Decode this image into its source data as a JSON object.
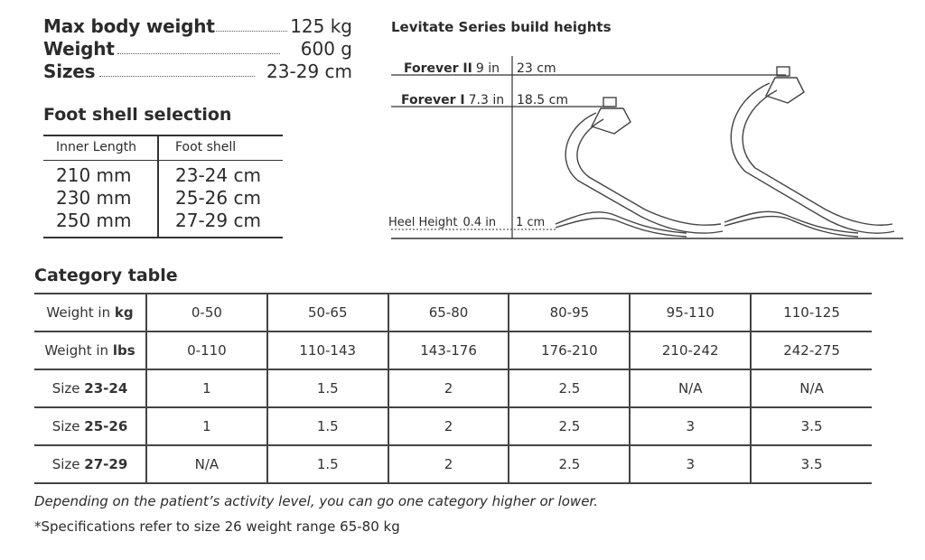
{
  "specs": [
    {
      "label": "Max body weight",
      "value": "125 kg"
    },
    {
      "label": "Weight",
      "value": "600 g"
    },
    {
      "label": "Sizes",
      "value": "23-29 cm"
    }
  ],
  "foot_shell": {
    "title": "Foot shell selection",
    "headers": [
      "Inner Length",
      "Foot shell"
    ],
    "rows": [
      [
        "210 mm",
        "23-24 cm"
      ],
      [
        "230 mm",
        "25-26 cm"
      ],
      [
        "250 mm",
        "27-29 cm"
      ]
    ]
  },
  "diagram": {
    "title": "Levitate Series build heights",
    "forever2": {
      "name": "Forever II",
      "in": "9 in",
      "cm": "23 cm"
    },
    "forever1": {
      "name": "Forever I",
      "in": "7.3 in",
      "cm": "18.5 cm"
    },
    "heel": {
      "name": "Heel Height",
      "in": "0.4 in",
      "cm": "1 cm"
    }
  },
  "category": {
    "title": "Category table",
    "header_kg": {
      "prefix": "Weight  in ",
      "unit": "kg",
      "values": [
        "0-50",
        "50-65",
        "65-80",
        "80-95",
        "95-110",
        "110-125"
      ]
    },
    "header_lbs": {
      "prefix": "Weight in ",
      "unit": "lbs",
      "values": [
        "0-110",
        "110-143",
        "143-176",
        "176-210",
        "210-242",
        "242-275"
      ]
    },
    "rows": [
      {
        "prefix": "Size ",
        "size": "23-24",
        "values": [
          "1",
          "1.5",
          "2",
          "2.5",
          "N/A",
          "N/A"
        ]
      },
      {
        "prefix": "Size ",
        "size": "25-26",
        "values": [
          "1",
          "1.5",
          "2",
          "2.5",
          "3",
          "3.5"
        ]
      },
      {
        "prefix": "Size ",
        "size": "27-29",
        "values": [
          "N/A",
          "1.5",
          "2",
          "2.5",
          "3",
          "3.5"
        ]
      }
    ]
  },
  "notes": {
    "activity": "Depending on the patient’s activity level, you can go one category higher or lower.",
    "spec_ref": "*Specifications refer to size 26 weight range 65-80 kg"
  }
}
